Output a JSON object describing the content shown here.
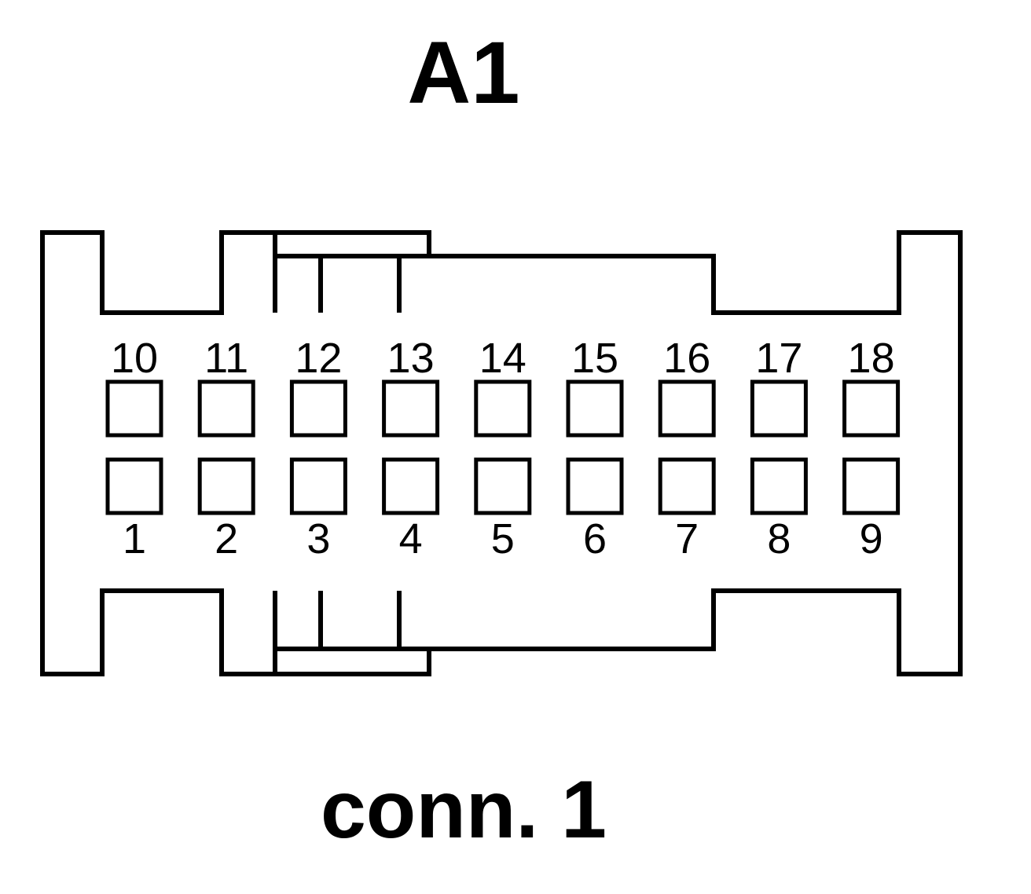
{
  "diagram": {
    "connector_id": "A1",
    "connector_name": "conn. 1",
    "top_row_pins": [
      "10",
      "11",
      "12",
      "13",
      "14",
      "15",
      "16",
      "17",
      "18"
    ],
    "bottom_row_pins": [
      "1",
      "2",
      "3",
      "4",
      "5",
      "6",
      "7",
      "8",
      "9"
    ]
  }
}
